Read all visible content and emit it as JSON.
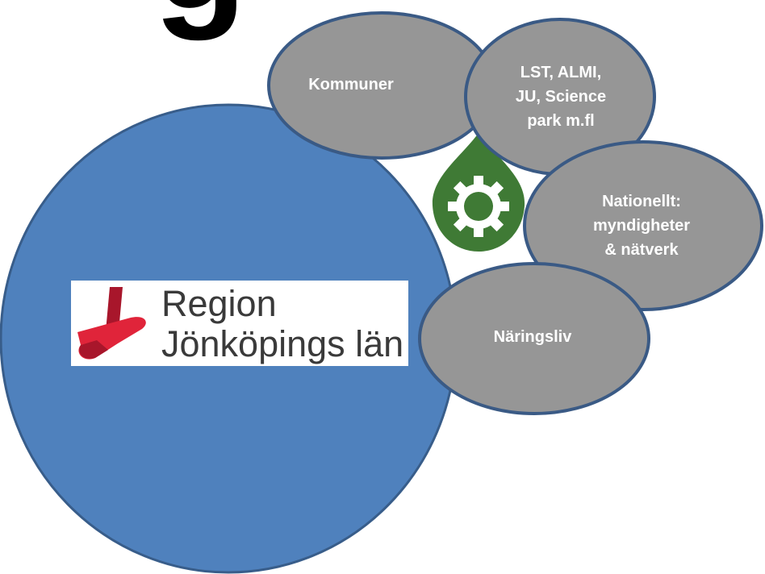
{
  "title_fragment": "g",
  "colors": {
    "main_circle_fill": "#4f81bd",
    "main_circle_stroke": "#385d8a",
    "bubble_fill": "#969696",
    "bubble_stroke": "#3a5a85",
    "gear_drop": "#3f7a35",
    "label_text": "#ffffff",
    "logo_red": "#e0243a",
    "logo_dark_red": "#a8162b"
  },
  "bubbles": [
    {
      "id": "kommuner",
      "label": "Kommuner"
    },
    {
      "id": "lst",
      "label": "LST, ALMI,\nJU,  Science\npark m.fl"
    },
    {
      "id": "nationellt",
      "label": "Nationellt:\nmyndigheter\n& nätverk"
    },
    {
      "id": "naringsliv",
      "label": "Näringsliv"
    }
  ],
  "logo": {
    "line1": "Region",
    "line2": "Jönköpings län"
  },
  "icons": {
    "center": "gear-drop-icon",
    "logo": "region-ribbon-logo"
  }
}
